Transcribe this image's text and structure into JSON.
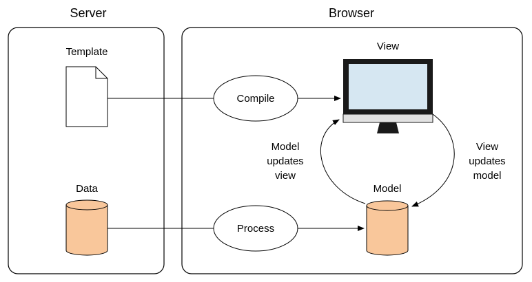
{
  "server": {
    "title": "Server"
  },
  "browser": {
    "title": "Browser"
  },
  "nodes": {
    "template": {
      "label": "Template"
    },
    "data": {
      "label": "Data"
    },
    "compile": {
      "label": "Compile"
    },
    "process": {
      "label": "Process"
    },
    "view": {
      "label": "View"
    },
    "model": {
      "label": "Model"
    }
  },
  "annotations": {
    "model_updates_view": [
      "Model",
      "updates",
      "view"
    ],
    "view_updates_model": [
      "View",
      "updates",
      "model"
    ]
  },
  "colors": {
    "stroke": "#000000",
    "cylinder_fill": "#f9c79b",
    "screen_fill": "#d6e7f2",
    "monitor_body": "#1a1a1a",
    "monitor_chin": "#e2e2e2"
  }
}
